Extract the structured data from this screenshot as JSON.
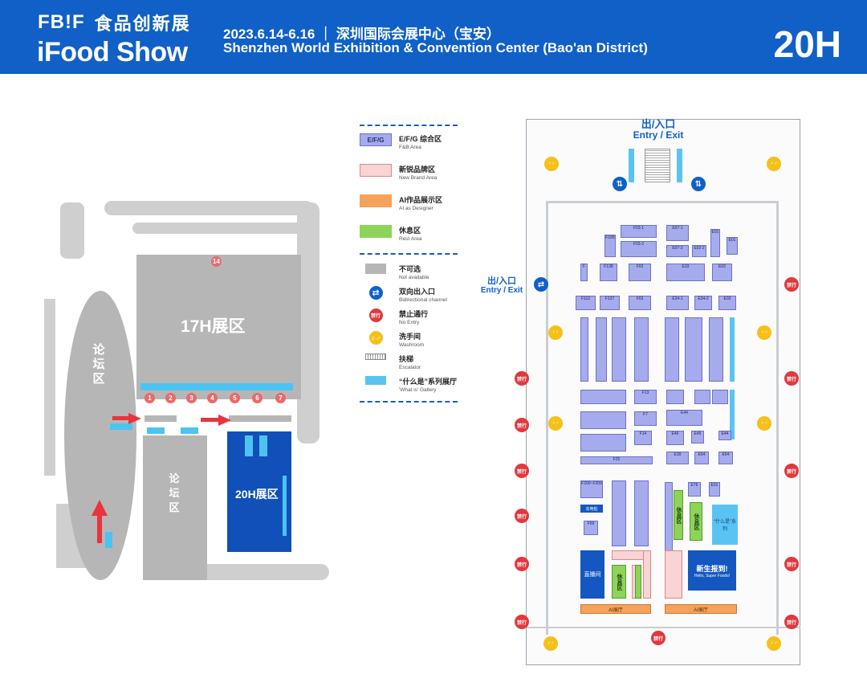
{
  "header": {
    "brand_fbif": "FB!F",
    "brand_cn": "食品创新展",
    "brand_ifood": "iFood Show",
    "date_venue_cn": "2023.6.14-6.16 ｜ 深圳国际会展中心（宝安）",
    "venue_en": "Shenzhen World Exhibition & Convention Center (Bao'an District)",
    "hall": "20H"
  },
  "overview": {
    "hall_17h": "17H展区",
    "hall_20h": "20H展区",
    "forum_left": "论坛区",
    "forum_mid": "论坛区",
    "gate_numbers": [
      "1",
      "2",
      "3",
      "4",
      "5",
      "6",
      "7"
    ],
    "gate_top": "14"
  },
  "legend": {
    "items": [
      {
        "cn": "E/F/G 综合区",
        "en": "F&B Area",
        "swatch_text": "E/F/G",
        "color": "#a6abee"
      },
      {
        "cn": "新锐品牌区",
        "en": "New Brand Area",
        "color": "#f8d4d4"
      },
      {
        "cn": "AI作品展示区",
        "en": "AI as Designer",
        "color": "#f7a25a"
      },
      {
        "cn": "休息区",
        "en": "Rest Area",
        "color": "#8ed35a"
      }
    ],
    "symbols": [
      {
        "cn": "不可选",
        "en": "Not available",
        "icon": "gray-block"
      },
      {
        "cn": "双向出入口",
        "en": "Bidirectional channel",
        "icon": "bidirectional-icon"
      },
      {
        "cn": "禁止通行",
        "en": "No Entry",
        "icon": "no-entry-icon",
        "glyph": "禁行"
      },
      {
        "cn": "洗手间",
        "en": "Washroom",
        "icon": "washroom-icon"
      },
      {
        "cn": "扶梯",
        "en": "Escalator",
        "icon": "escalator-icon"
      },
      {
        "cn": "“什么是”系列展厅",
        "en": "'What is' Gallery",
        "icon": "gallery-block"
      }
    ]
  },
  "floorplan": {
    "entry_top_cn": "出/入口",
    "entry_top_en": "Entry / Exit",
    "entry_left_cn": "出/入口",
    "entry_left_en": "Entry / Exit",
    "new_brand_cn": "新生报到!",
    "new_brand_en": "Hello, Super Foods!",
    "ai_hall_left": "AI展厅",
    "ai_hall_right": "AI展厅",
    "rest_label": "休息区",
    "gallery_label": "“什么是”系列",
    "live_room": "直播间",
    "charging": "充电桩",
    "booths_row1": [
      "F03-1",
      "E07-1",
      "E01"
    ],
    "booths_row2": [
      "F138",
      "F02",
      "E33",
      "E02"
    ],
    "booths_row3": [
      "F112",
      "F137",
      "F03",
      "E34-1",
      "E34-2",
      "E03"
    ],
    "booths_mid": [
      "F13",
      "F7",
      "F14",
      "E44",
      "E46",
      "E64",
      "F25"
    ],
    "booths_lower": [
      "F200~F209",
      "F03",
      "E76",
      "E01"
    ],
    "no_entry_glyph": "禁行"
  },
  "colors": {
    "brand_blue": "#1060c8",
    "fb_area": "#a6abee",
    "new_brand": "#f8d4d4",
    "ai_area": "#f7a25a",
    "rest_area": "#8ed35a",
    "not_available": "#b6b6b6",
    "gallery": "#59c4f3",
    "no_entry": "#e0393e",
    "washroom": "#f5c018"
  }
}
